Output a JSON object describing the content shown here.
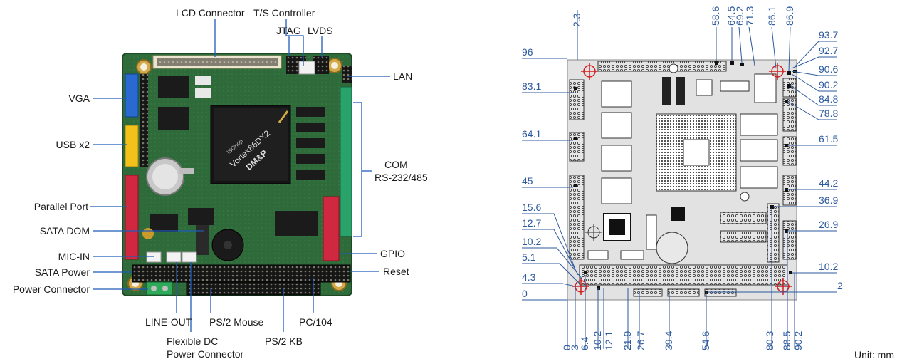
{
  "left_labels": {
    "lcd_connector": "LCD Connector",
    "ts_controller": "T/S Controller",
    "jtag": "JTAG",
    "lvds": "LVDS",
    "lan": "LAN",
    "vga": "VGA",
    "usb": "USB x2",
    "com": "COM",
    "com_type": "RS-232/485",
    "parallel": "Parallel Port",
    "sata_dom": "SATA DOM",
    "gpio": "GPIO",
    "mic_in": "MIC-IN",
    "sata_power": "SATA Power",
    "reset": "Reset",
    "power_connector": "Power Connector",
    "line_out": "LINE-OUT",
    "ps2_mouse": "PS/2 Mouse",
    "pc104": "PC/104",
    "flex_dc_1": "Flexible DC",
    "flex_dc_2": "Power Connector",
    "ps2_kb": "PS/2 KB"
  },
  "chip_text": {
    "line1": "ISOhop",
    "line2": "Vortex86DX2",
    "line3": "DM&P"
  },
  "dims": {
    "top": [
      "2.3",
      "58.6",
      "64.5",
      "69.2",
      "71.3",
      "86.1",
      "86.9"
    ],
    "left": [
      "96",
      "83.1",
      "64.1",
      "45",
      "15.6",
      "12.7",
      "10.2",
      "5.1",
      "4.3",
      "0"
    ],
    "right": [
      "93.7",
      "92.7",
      "90.6",
      "90.2",
      "84.8",
      "78.8",
      "61.5",
      "44.2",
      "36.9",
      "26.9",
      "10.2",
      "2"
    ],
    "bottom": [
      "0",
      "3",
      "6.4",
      "10.2",
      "12.1",
      "21.9",
      "26.7",
      "39.4",
      "54.6",
      "80.3",
      "88.5",
      "90.2"
    ]
  },
  "unit": "Unit: mm"
}
